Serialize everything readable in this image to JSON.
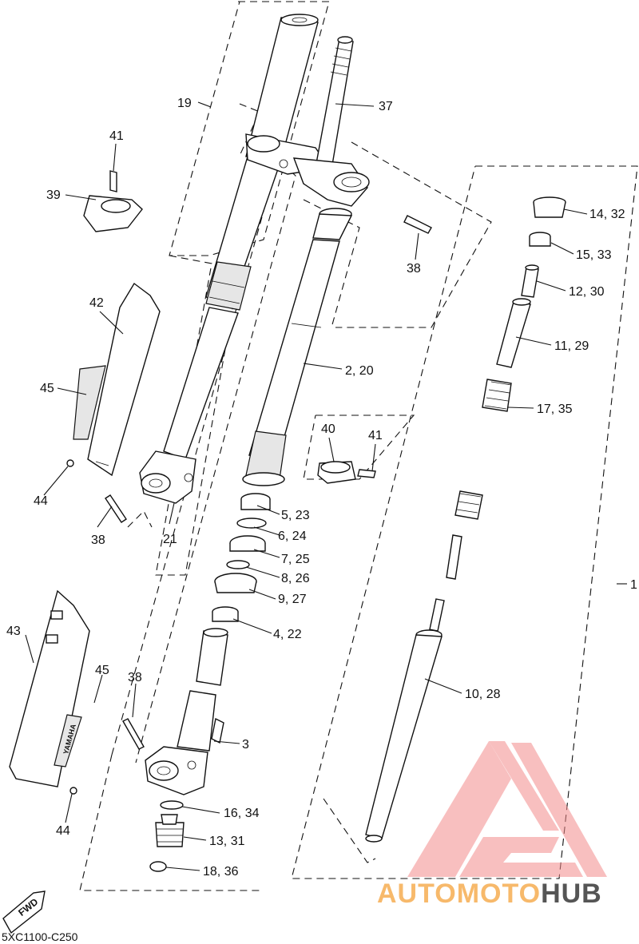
{
  "diagram": {
    "part_code": "5XC1100-C250",
    "fwd_label": "FWD",
    "decal_text": "YAMAHA",
    "callouts": {
      "c1": "1",
      "c19": "19",
      "c37": "37",
      "c41a": "41",
      "c39": "39",
      "c38a": "38",
      "c42": "42",
      "c45a": "45",
      "c44a": "44",
      "c38b": "38",
      "c21": "21",
      "c2_20": "2, 20",
      "c40": "40",
      "c41b": "41",
      "c5_23": "5, 23",
      "c6_24": "6, 24",
      "c7_25": "7, 25",
      "c8_26": "8, 26",
      "c9_27": "9, 27",
      "c4_22": "4, 22",
      "c43": "43",
      "c45b": "45",
      "c38c": "38",
      "c3": "3",
      "c44b": "44",
      "c16_34": "16, 34",
      "c13_31": "13, 31",
      "c18_36": "18, 36",
      "c14_32": "14, 32",
      "c15_33": "15, 33",
      "c12_30": "12, 30",
      "c11_29": "11, 29",
      "c17_35": "17, 35",
      "c10_28": "10, 28"
    }
  },
  "watermark": {
    "brand_part1": "AUTOMOTO",
    "brand_part2": "HUB",
    "accent_color": "#f28a8a",
    "brand_color_1": "#f7b96b",
    "brand_color_2": "#555555"
  }
}
